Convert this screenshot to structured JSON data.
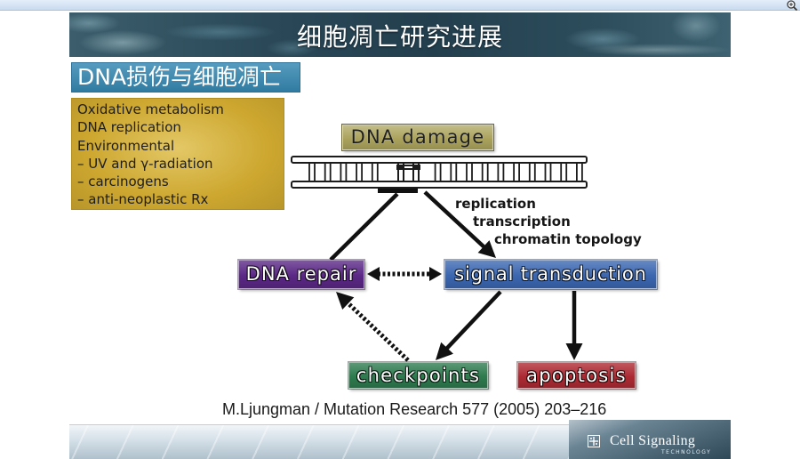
{
  "viewer": {
    "zoom_icon": "zoom-in-icon"
  },
  "slide": {
    "title": "细胞凋亡研究进展",
    "section_heading": "DNA损伤与细胞凋亡",
    "damage_sources": [
      "Oxidative metabolism",
      "DNA replication",
      "Environmental",
      "– UV and γ-radiation",
      "– carcinogens",
      "– anti-neoplastic Rx"
    ],
    "diagram": {
      "dna_damage": "DNA damage",
      "dna_repair": "DNA repair",
      "signal_transduction": "signal transduction",
      "checkpoints": "checkpoints",
      "apoptosis": "apoptosis",
      "processes": [
        "replication",
        "transcription",
        "chromatin topology"
      ]
    },
    "citation": "M.Ljungman / Mutation Research 577 (2005) 203–216",
    "footer": {
      "logo_icon": "cell-signaling-logo-icon",
      "brand": "Cell Signaling",
      "brand_tagline": "TECHNOLOGY"
    }
  },
  "colors": {
    "title_banner": "#2a4858",
    "section_heading": "#3688b3",
    "sources_box": "#cda72f",
    "dna_damage": "#aba35c",
    "dna_repair": "#5b2886",
    "signal_transduction": "#3b67b1",
    "checkpoints": "#2e7b4f",
    "apoptosis": "#ad2a33",
    "footer_brand": "#2e4858"
  }
}
